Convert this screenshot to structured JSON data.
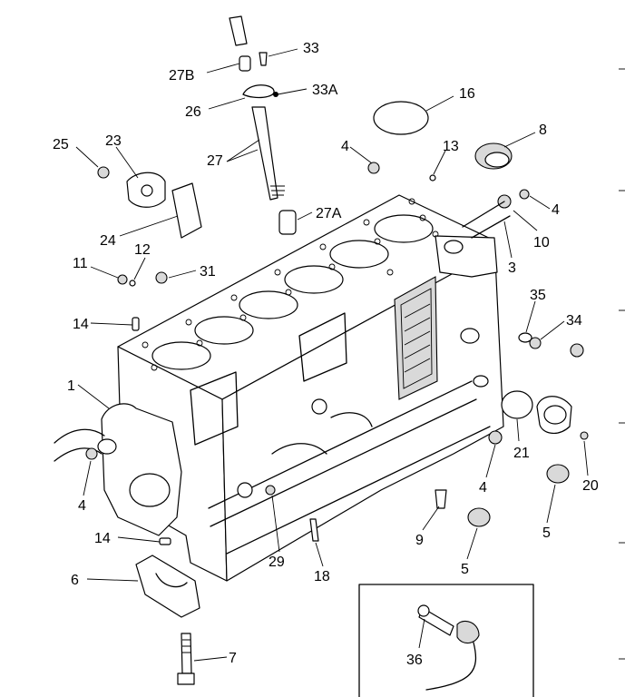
{
  "diagram": {
    "callouts": [
      "33",
      "27B",
      "33A",
      "26",
      "16",
      "8",
      "25",
      "23",
      "4",
      "13",
      "27",
      "27A",
      "4",
      "24",
      "10",
      "3",
      "12",
      "11",
      "31",
      "35",
      "34",
      "14",
      "1",
      "21",
      "20",
      "4",
      "4",
      "5",
      "9",
      "14",
      "5",
      "29",
      "18",
      "6",
      "7",
      "36"
    ]
  }
}
